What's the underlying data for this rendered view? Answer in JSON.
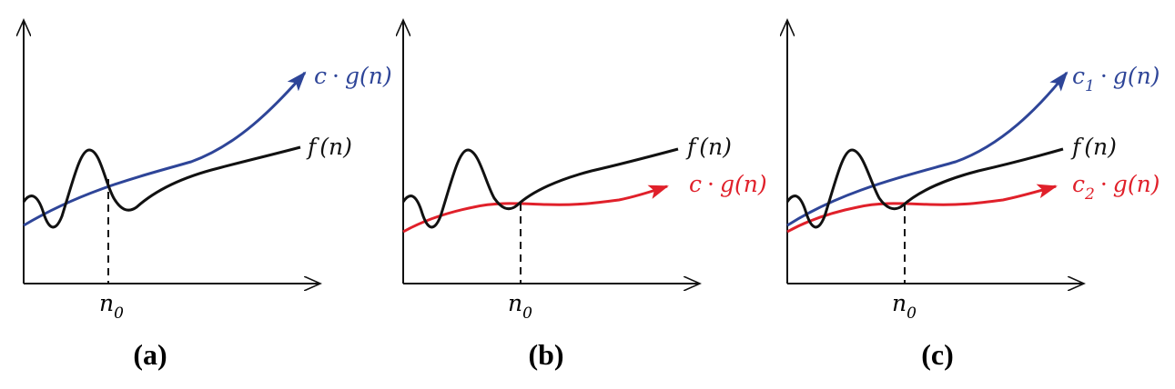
{
  "colors": {
    "upper": "#2e4598",
    "lower": "#e0202a",
    "f": "#111111"
  },
  "panels": [
    {
      "caption": "(a)",
      "threshold_label": {
        "main": "n",
        "sub": "0"
      },
      "f_label": {
        "main": "f",
        "arg": "(n)"
      },
      "upper_label": {
        "coef": "c",
        "sub": "",
        "fn": "g",
        "arg": "(n)"
      },
      "lower_label": null
    },
    {
      "caption": "(b)",
      "threshold_label": {
        "main": "n",
        "sub": "0"
      },
      "f_label": {
        "main": "f",
        "arg": "(n)"
      },
      "upper_label": null,
      "lower_label": {
        "coef": "c",
        "sub": "",
        "fn": "g",
        "arg": "(n)"
      }
    },
    {
      "caption": "(c)",
      "threshold_label": {
        "main": "n",
        "sub": "0"
      },
      "f_label": {
        "main": "f",
        "arg": "(n)"
      },
      "upper_label": {
        "coef": "c",
        "sub": "1",
        "fn": "g",
        "arg": "(n)"
      },
      "lower_label": {
        "coef": "c",
        "sub": "2",
        "fn": "g",
        "arg": "(n)"
      }
    }
  ]
}
